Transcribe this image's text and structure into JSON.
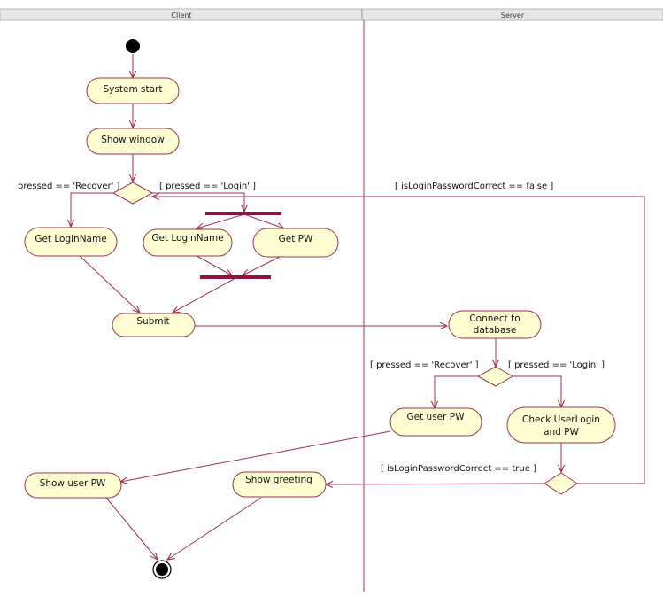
{
  "lanes": {
    "client": "Client",
    "server": "Server"
  },
  "nodes": {
    "system_start": "System start",
    "show_window": "Show window",
    "get_login_name_recover": "Get LoginName",
    "get_login_name_login": "Get LoginName",
    "get_pw": "Get PW",
    "submit": "Submit",
    "connect_line1": "Connect to",
    "connect_line2": "database",
    "get_user_pw": "Get user PW",
    "check_line1": "Check UserLogin",
    "check_line2": "and PW",
    "show_user_pw": "Show user PW",
    "show_greeting": "Show greeting"
  },
  "guards": {
    "client_recover": "pressed == 'Recover' ]",
    "client_login": "[ pressed == 'Login' ]",
    "login_false": "[ isLoginPasswordCorrect == false ]",
    "server_recover": "[ pressed == 'Recover' ]",
    "server_login": "[ pressed == 'Login' ]",
    "login_true": "[ isLoginPasswordCorrect == true ]"
  },
  "colors": {
    "edge": "#a0304a",
    "node_fill": "#fffed2",
    "bar": "#8e1340",
    "header_bg": "#e6e6e6"
  }
}
